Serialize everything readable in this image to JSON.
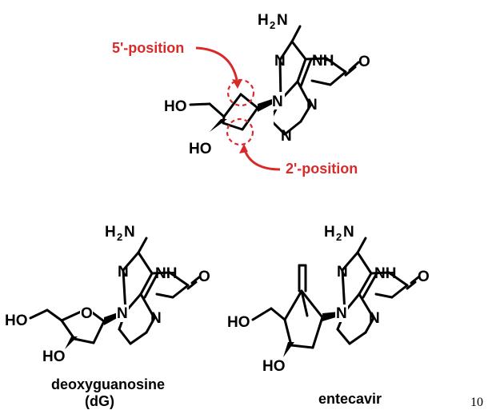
{
  "top_molecule": {
    "atoms": {
      "n_imidazole": "N",
      "ch_imidazole": "N",
      "n_pyrimidine": "N",
      "nh_label": "NH",
      "n_lower": "N",
      "o_carbonyl": "O",
      "h2n_h": "H",
      "h2n_sub": "2",
      "h2n_n": "N",
      "ho_top": "HO",
      "ho_bottom": "HO"
    },
    "annotations": {
      "five_prime": "5'-position",
      "two_prime": "2'-position"
    }
  },
  "dg_molecule": {
    "atoms": {
      "ring_o": "O",
      "n9": "N",
      "n7": "N",
      "n3": "N",
      "nh": "NH",
      "o_carbonyl": "O",
      "h2n_h": "H",
      "h2n_sub": "2",
      "h2n_n": "N",
      "ho_top": "HO",
      "ho_bottom": "HO"
    },
    "caption_line1": "deoxyguanosine",
    "caption_line2": "(dG)"
  },
  "entecavir_molecule": {
    "atoms": {
      "n9": "N",
      "n7": "N",
      "n3": "N",
      "nh": "NH",
      "o_carbonyl": "O",
      "h2n_h": "H",
      "h2n_sub": "2",
      "h2n_n": "N",
      "ho_top": "HO",
      "ho_bottom": "HO"
    },
    "caption": "entecavir"
  },
  "page_number": "10",
  "colors": {
    "annotation": "#d92a2a",
    "structure": "#000000"
  }
}
